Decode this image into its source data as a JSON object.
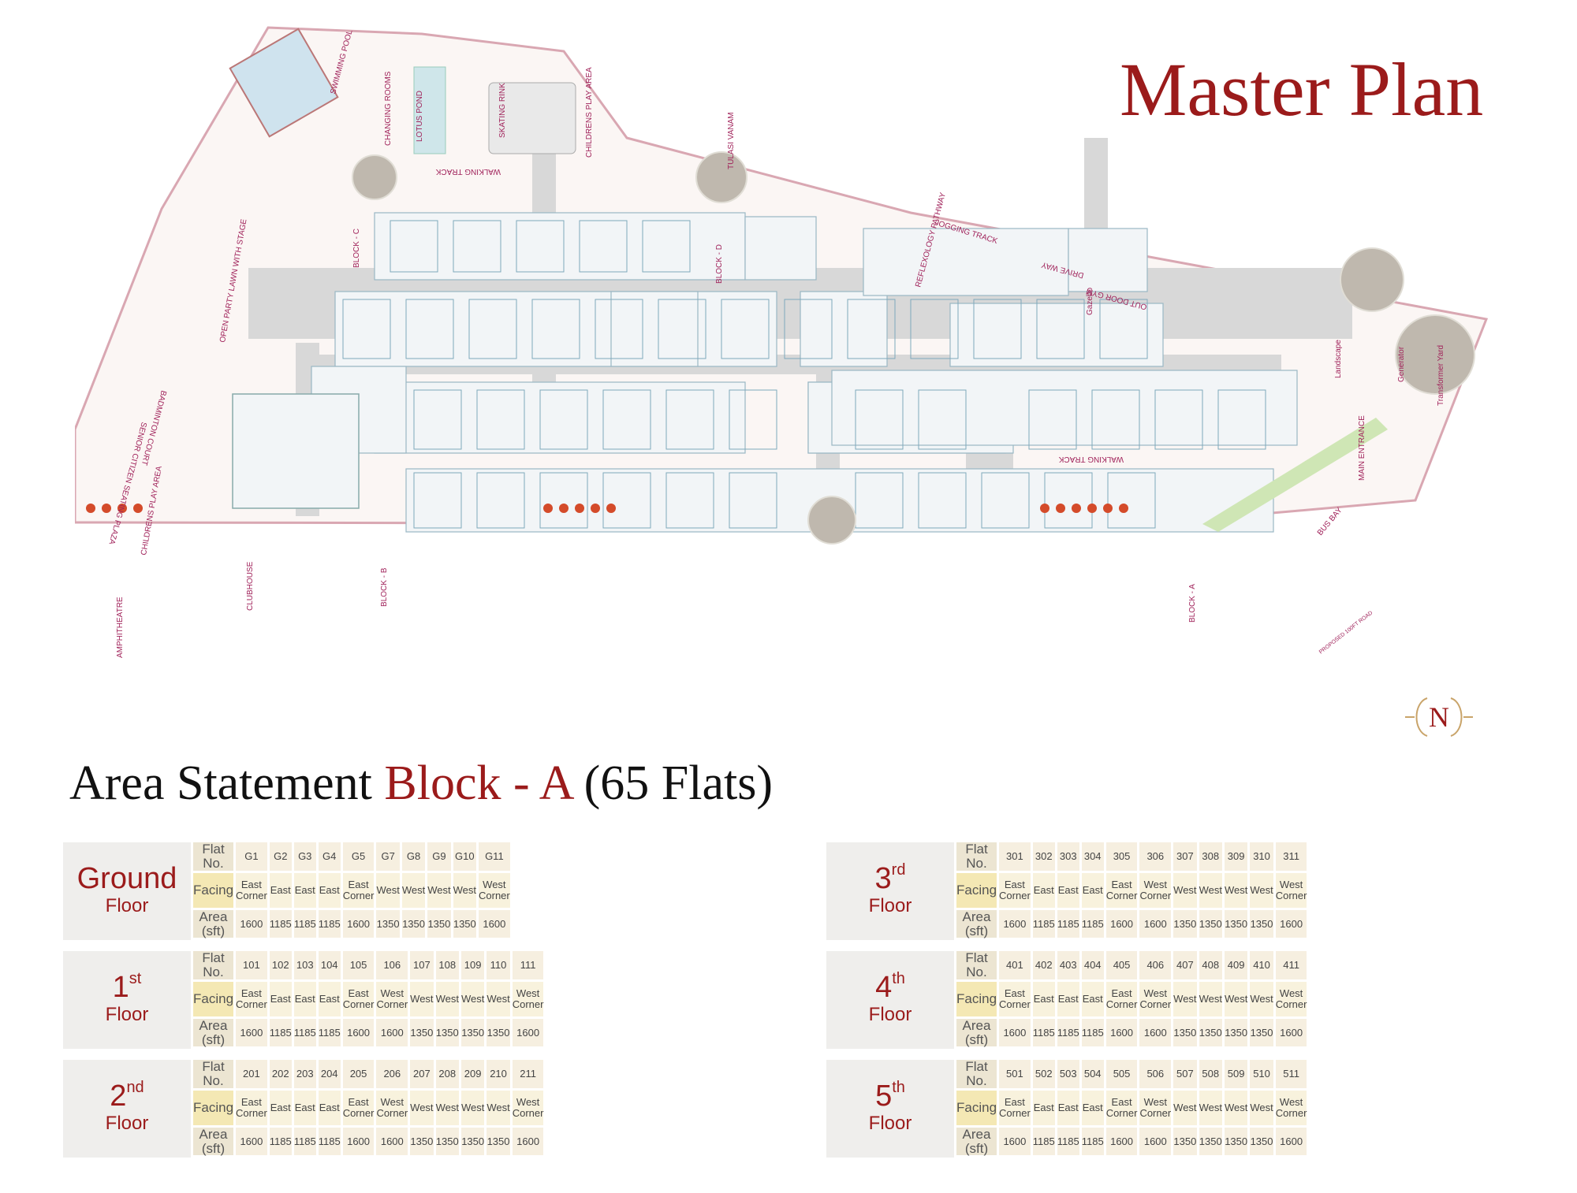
{
  "header": {
    "title": "Master Plan"
  },
  "map": {
    "labels": {
      "swimming_pool": "SWIMMING POOL",
      "changing_rooms": "CHANGING ROOMS",
      "lotus_pond": "LOTUS POND",
      "skating_rink": "SKATING RINK",
      "childrens_play_area_top": "CHILDRENS PLAY AREA",
      "walking_track_top": "WALKING TRACK",
      "tulasi_vanam": "TULASI VANAM",
      "jogging_track": "JOGGING TRACK",
      "drive_way": "DRIVE WAY",
      "out_door_gym": "OUT DOOR GYM",
      "gazebo": "Gazebo",
      "reflexology_pathway": "REFLEXOLOGY PATHWAY",
      "block_c": "BLOCK - C",
      "block_d": "BLOCK - D",
      "block_b": "BLOCK - B",
      "block_a": "BLOCK - A",
      "open_party_lawn": "OPEN PARTY LAWN WITH STAGE",
      "badminton_court": "BADMINTON COURT",
      "senior_citizen": "SENIOR CITIZEN SEATING PLAZA",
      "childrens_play_area_left": "CHILDRENS PLAY AREA",
      "amphitheatre": "AMPHITHEATRE",
      "clubhouse": "CLUBHOUSE",
      "walking_track_mid": "WALKING TRACK",
      "main_entrance": "MAIN ENTRANCE",
      "landscape": "Landscape",
      "generator": "Generator",
      "transformer_yard": "Transformer Yard",
      "bus_bay": "BUS BAY",
      "proposed_road": "PROPOSED 100FT ROAD"
    },
    "compass_letter": "N"
  },
  "area_statement": {
    "prefix": "Area Statement ",
    "block": "Block - A",
    "suffix": " (65 Flats)"
  },
  "row_labels": {
    "flat": "Flat No.",
    "facing": "Facing",
    "area": "Area (sft)"
  },
  "floors": [
    {
      "id": "ground",
      "label": "Ground",
      "sup": "",
      "sub": "Floor",
      "flats": [
        "G1",
        "G2",
        "G3",
        "G4",
        "G5",
        "G7",
        "G8",
        "G9",
        "G10",
        "G11"
      ],
      "facing": [
        "East Corner",
        "East",
        "East",
        "East",
        "East Corner",
        "West",
        "West",
        "West",
        "West",
        "West Corner"
      ],
      "area": [
        "1600",
        "1185",
        "1185",
        "1185",
        "1600",
        "1350",
        "1350",
        "1350",
        "1350",
        "1600"
      ]
    },
    {
      "id": "first",
      "label": "1",
      "sup": "st",
      "sub": "Floor",
      "flats": [
        "101",
        "102",
        "103",
        "104",
        "105",
        "106",
        "107",
        "108",
        "109",
        "110",
        "111"
      ],
      "facing": [
        "East Corner",
        "East",
        "East",
        "East",
        "East Corner",
        "West Corner",
        "West",
        "West",
        "West",
        "West",
        "West Corner"
      ],
      "area": [
        "1600",
        "1185",
        "1185",
        "1185",
        "1600",
        "1600",
        "1350",
        "1350",
        "1350",
        "1350",
        "1600"
      ]
    },
    {
      "id": "second",
      "label": "2",
      "sup": "nd",
      "sub": "Floor",
      "flats": [
        "201",
        "202",
        "203",
        "204",
        "205",
        "206",
        "207",
        "208",
        "209",
        "210",
        "211"
      ],
      "facing": [
        "East Corner",
        "East",
        "East",
        "East",
        "East Corner",
        "West Corner",
        "West",
        "West",
        "West",
        "West",
        "West Corner"
      ],
      "area": [
        "1600",
        "1185",
        "1185",
        "1185",
        "1600",
        "1600",
        "1350",
        "1350",
        "1350",
        "1350",
        "1600"
      ]
    },
    {
      "id": "third",
      "label": "3",
      "sup": "rd",
      "sub": "Floor",
      "flats": [
        "301",
        "302",
        "303",
        "304",
        "305",
        "306",
        "307",
        "308",
        "309",
        "310",
        "311"
      ],
      "facing": [
        "East Corner",
        "East",
        "East",
        "East",
        "East Corner",
        "West Corner",
        "West",
        "West",
        "West",
        "West",
        "West Corner"
      ],
      "area": [
        "1600",
        "1185",
        "1185",
        "1185",
        "1600",
        "1600",
        "1350",
        "1350",
        "1350",
        "1350",
        "1600"
      ]
    },
    {
      "id": "fourth",
      "label": "4",
      "sup": "th",
      "sub": "Floor",
      "flats": [
        "401",
        "402",
        "403",
        "404",
        "405",
        "406",
        "407",
        "408",
        "409",
        "410",
        "411"
      ],
      "facing": [
        "East Corner",
        "East",
        "East",
        "East",
        "East Corner",
        "West Corner",
        "West",
        "West",
        "West",
        "West",
        "West Corner"
      ],
      "area": [
        "1600",
        "1185",
        "1185",
        "1185",
        "1600",
        "1600",
        "1350",
        "1350",
        "1350",
        "1350",
        "1600"
      ]
    },
    {
      "id": "fifth",
      "label": "5",
      "sup": "th",
      "sub": "Floor",
      "flats": [
        "501",
        "502",
        "503",
        "504",
        "505",
        "506",
        "507",
        "508",
        "509",
        "510",
        "511"
      ],
      "facing": [
        "East Corner",
        "East",
        "East",
        "East",
        "East Corner",
        "West Corner",
        "West",
        "West",
        "West",
        "West",
        "West Corner"
      ],
      "area": [
        "1600",
        "1185",
        "1185",
        "1185",
        "1600",
        "1600",
        "1350",
        "1350",
        "1350",
        "1350",
        "1600"
      ]
    }
  ]
}
